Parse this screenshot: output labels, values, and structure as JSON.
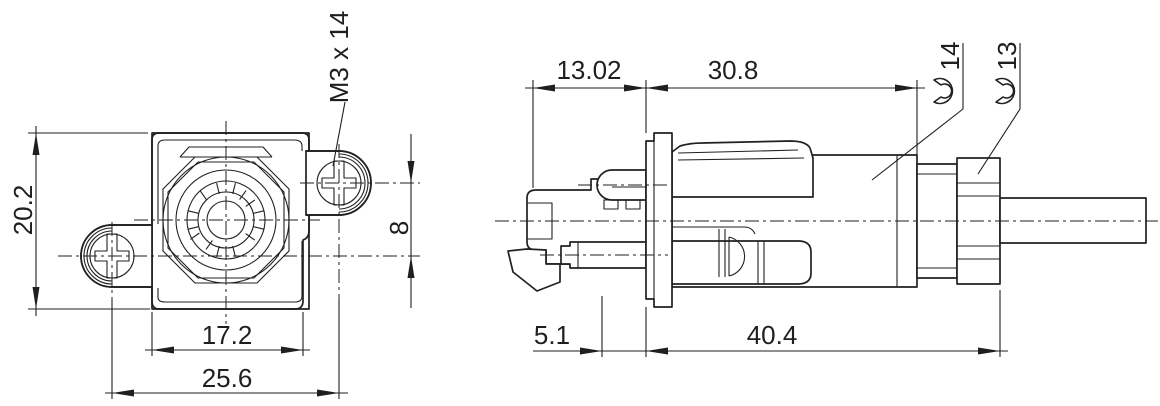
{
  "drawing": {
    "type": "2D engineering dimension drawing of cable connector",
    "background": "#ffffff",
    "line_color": "#212121",
    "front_view": {
      "height": "20.2",
      "screw_callout": "M3 x 14",
      "screw_vertical_offset": "8",
      "body_width": "17.2",
      "screw_spacing": "25.6"
    },
    "side_view": {
      "front_length": "13.02",
      "body_length": "30.8",
      "rear_offset": "5.1",
      "overall_length": "40.4",
      "wrench_size_body": "14",
      "wrench_size_nut": "13"
    }
  }
}
